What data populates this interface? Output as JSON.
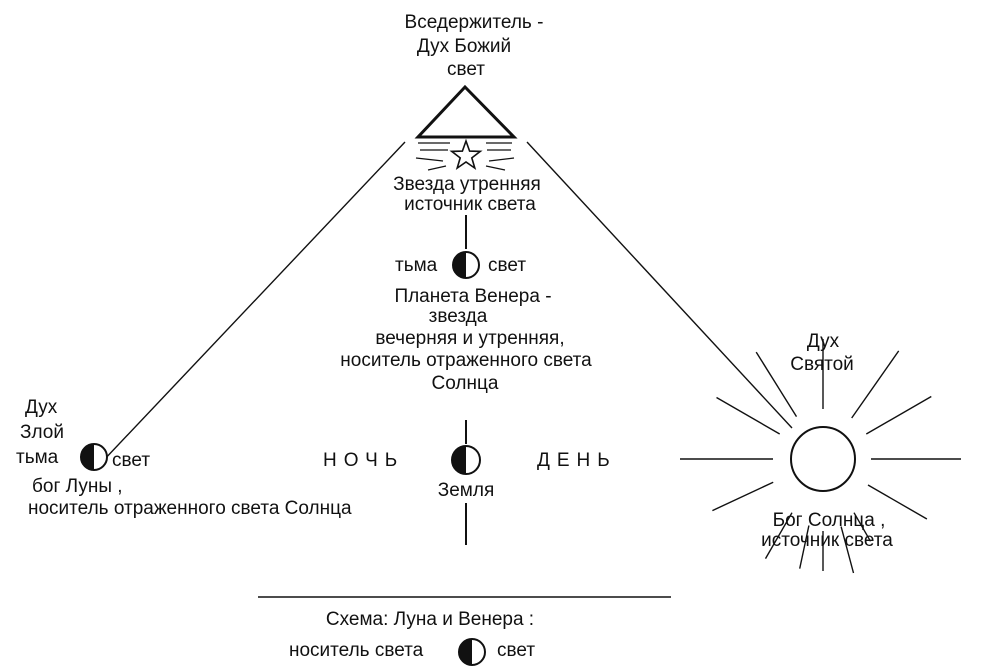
{
  "apex": {
    "line1": "Вседержитель -",
    "line2": "Дух Божий",
    "line3": "свет"
  },
  "morning_star": {
    "line1": "Звезда утренняя",
    "line2": "источник света"
  },
  "venus": {
    "dark": "тьма",
    "light": "свет",
    "line1": "Планета Венера -",
    "line2": "звезда",
    "line3": "вечерняя и утренняя,",
    "line4": "носитель отраженного света",
    "line5": "Солнца"
  },
  "moon": {
    "line1": "Дух",
    "line2": "Злой",
    "dark": "тьма",
    "light": "свет",
    "line3": "бог Луны ,",
    "line4": "носитель отраженного света Солнца"
  },
  "earth": {
    "night": "НОЧЬ",
    "day": "ДЕНЬ",
    "name": "Земля"
  },
  "sun": {
    "line1": "Дух",
    "line2": "Святой",
    "line3": "Бог Солнца ,",
    "line4": "источник света"
  },
  "caption": {
    "line1": "Схема: Луна и Венера :",
    "line2a": "носитель света",
    "line2b": "свет"
  },
  "icons": {
    "star": "star-icon",
    "half_disc": "half-disc-icon",
    "sun": "sun-icon"
  }
}
